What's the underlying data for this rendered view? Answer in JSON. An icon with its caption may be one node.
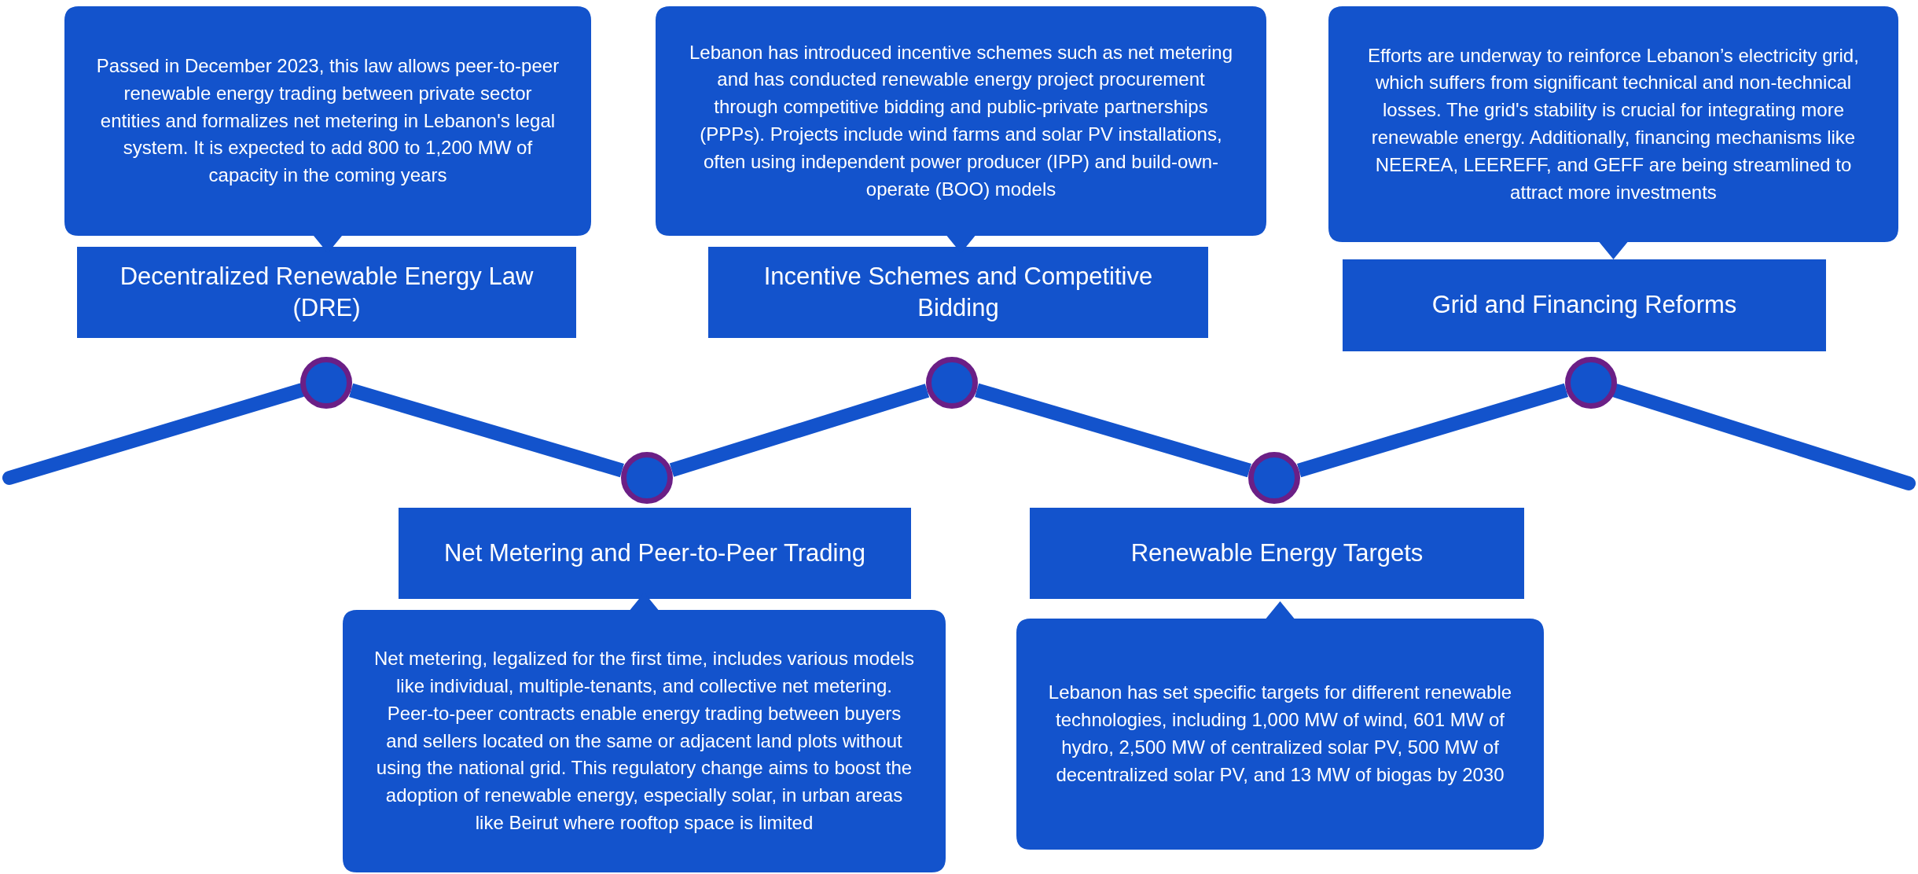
{
  "diagram": {
    "nodes": [
      {
        "text": [
          "Passed in December 2023, this law allows peer-to-peer renewable energy trading between private sector entities and formalizes net metering in Lebanon's legal system. It is expected to add 800 to 1,200 MW of capacity in the coming years"
        ]
      },
      {
        "text": [
          "Decentralized Renewable Energy Law (DRE)"
        ]
      },
      {
        "text": [],
        "shape": "circle"
      },
      {
        "text": [],
        "shape": "circle"
      },
      {
        "text": [
          "Net Metering and Peer-to-Peer Trading"
        ]
      },
      {
        "text": [
          "Net metering, legalized for the first time, includes various models like individual, multiple-tenants, and collective net metering. Peer-to-peer contracts enable energy trading between buyers and sellers located on the same or adjacent land plots without using the national grid. This regulatory change aims to boost the adoption of renewable energy, especially solar, in urban areas like Beirut where rooftop space is limited"
        ]
      },
      {
        "text": [
          "Lebanon has introduced incentive schemes such as net metering and has conducted renewable energy project procurement through competitive bidding and public-private partnerships (PPPs). Projects include wind farms and solar PV installations, often using independent power producer (IPP) and build-own-operate (BOO) models"
        ]
      },
      {
        "text": [
          "Incentive Schemes and Competitive Bidding"
        ]
      },
      {
        "text": [],
        "shape": "circle"
      },
      {
        "text": [],
        "shape": "circle"
      },
      {
        "text": [
          "Renewable Energy Targets"
        ]
      },
      {
        "text": [
          "Lebanon has set specific targets for different renewable technologies, including 1,000 MW of wind, 601 MW of hydro, 2,500 MW of centralized solar PV, 500 MW of decentralized solar PV, and 13 MW of biogas by 2030"
        ]
      },
      {
        "text": [
          "Efforts are underway to reinforce Lebanon’s electricity grid, which suffers from significant technical and non-technical losses. The grid's stability is crucial for integrating more renewable energy. Additionally, financing mechanisms like NEEREA, LEEREFF, and GEFF are being streamlined to attract more investments"
        ]
      },
      {
        "text": [
          "Grid and Financing Reforms"
        ]
      },
      {
        "text": [],
        "shape": "circle"
      }
    ],
    "edges": [
      {
        "from": null,
        "to": 2,
        "arrow": "none"
      },
      {
        "from": 2,
        "to": 3,
        "arrow": "none"
      },
      {
        "from": 3,
        "to": 8,
        "arrow": "none"
      },
      {
        "from": 8,
        "to": 9,
        "arrow": "none"
      },
      {
        "from": 9,
        "to": 14,
        "arrow": "none"
      },
      {
        "from": 14,
        "to": null,
        "arrow": "none"
      }
    ]
  }
}
